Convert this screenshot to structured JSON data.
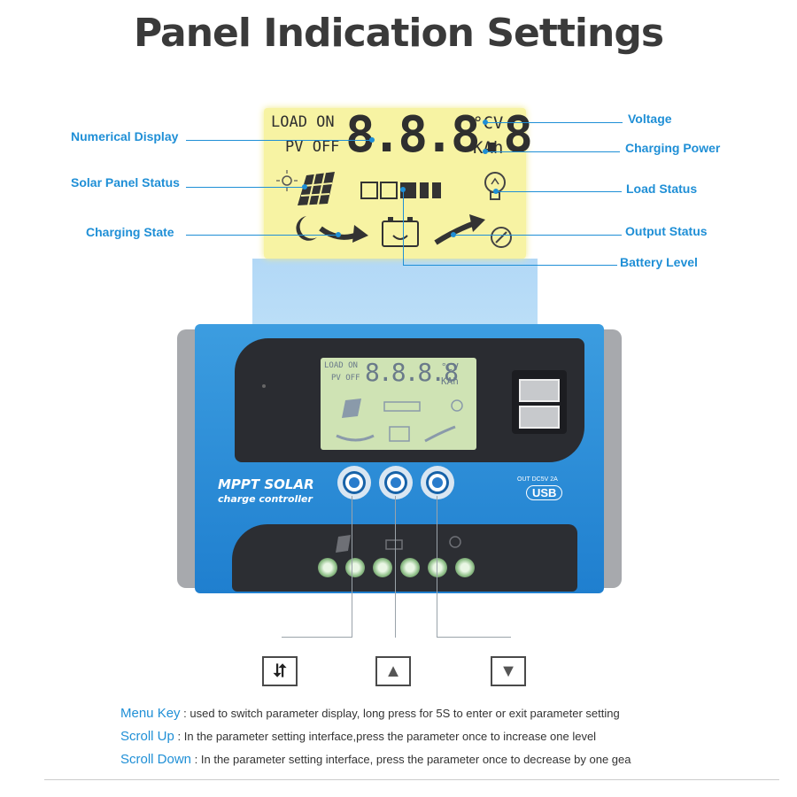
{
  "title": "Panel Indication Settings",
  "lcd": {
    "load_on": "LOAD ON",
    "pv_off": "PV OFF",
    "digits": "8.8.8.8",
    "unit_top": "°CV",
    "unit_bottom": "KAh"
  },
  "callouts": {
    "numerical_display": "Numerical Display",
    "solar_panel_status": "Solar Panel Status",
    "charging_state": "Charging State",
    "voltage": "Voltage",
    "charging_power": "Charging Power",
    "load_status": "Load Status",
    "output_status": "Output Status",
    "battery_level": "Battery Level"
  },
  "device": {
    "label_line1": "MPPT SOLAR",
    "label_line2": "charge controller",
    "usb_spec": "OUT DC5V 2A",
    "usb_logo": "USB",
    "screen_load_on": "LOAD ON",
    "screen_pv_off": "PV OFF",
    "screen_digits": "8.8.8.8",
    "screen_unit_top": "°CV",
    "screen_unit_bottom": "KAh"
  },
  "keys": {
    "menu_icon": "⮃",
    "up_icon": "▲",
    "down_icon": "▼"
  },
  "descriptions": [
    {
      "key": "Menu Key",
      "sep": " : ",
      "text": "used to switch parameter display, long press for 5S to enter or exit parameter setting"
    },
    {
      "key": "Scroll Up",
      "sep": " : ",
      "text": "In the parameter setting interface,press the parameter once to increase one level"
    },
    {
      "key": "Scroll Down",
      "sep": " : ",
      "text": "In the parameter setting interface, press the parameter once to decrease by one gea"
    }
  ],
  "colors": {
    "accent": "#1f8fd6",
    "lcd_background": "#f7f3a3",
    "device_blue": "#2a8ad8",
    "bezel": "#2a2c31"
  }
}
